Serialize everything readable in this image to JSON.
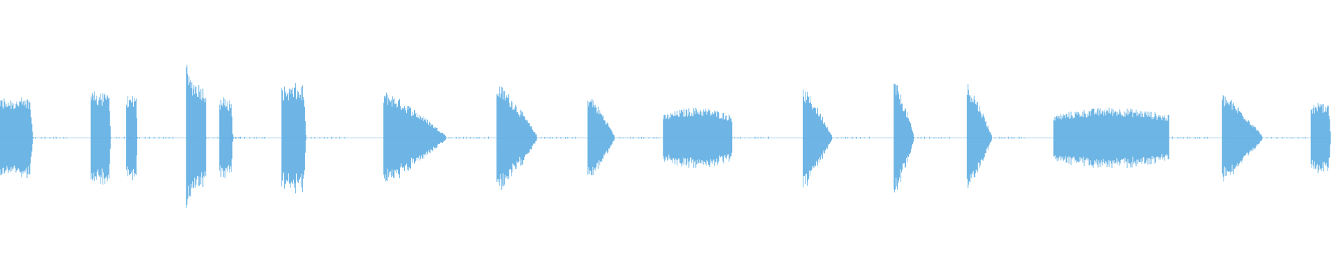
{
  "waveform": {
    "color": "#5DADE2",
    "background": "#FFFFFF",
    "duration_s": 60,
    "segments": [
      {
        "start_s": 0.0,
        "end_s": 1.5,
        "peak": 0.3,
        "shape": "flat"
      },
      {
        "start_s": 4.1,
        "end_s": 5.0,
        "peak": 0.35,
        "shape": "flat"
      },
      {
        "start_s": 5.7,
        "end_s": 6.2,
        "peak": 0.32,
        "shape": "flat"
      },
      {
        "start_s": 8.4,
        "end_s": 9.3,
        "peak": 0.55,
        "shape": "spike"
      },
      {
        "start_s": 9.9,
        "end_s": 10.5,
        "peak": 0.3,
        "shape": "flat"
      },
      {
        "start_s": 12.7,
        "end_s": 13.8,
        "peak": 0.4,
        "shape": "flat"
      },
      {
        "start_s": 17.3,
        "end_s": 20.1,
        "peak": 0.34,
        "shape": "decay"
      },
      {
        "start_s": 22.4,
        "end_s": 24.2,
        "peak": 0.4,
        "shape": "decay"
      },
      {
        "start_s": 26.5,
        "end_s": 27.7,
        "peak": 0.32,
        "shape": "decay"
      },
      {
        "start_s": 29.9,
        "end_s": 33.0,
        "peak": 0.22,
        "shape": "sustain"
      },
      {
        "start_s": 36.2,
        "end_s": 37.5,
        "peak": 0.36,
        "shape": "decay"
      },
      {
        "start_s": 40.3,
        "end_s": 41.2,
        "peak": 0.42,
        "shape": "decay"
      },
      {
        "start_s": 43.6,
        "end_s": 44.7,
        "peak": 0.4,
        "shape": "decay"
      },
      {
        "start_s": 47.5,
        "end_s": 52.7,
        "peak": 0.22,
        "shape": "sustain"
      },
      {
        "start_s": 55.1,
        "end_s": 56.9,
        "peak": 0.32,
        "shape": "decay"
      },
      {
        "start_s": 59.1,
        "end_s": 60.0,
        "peak": 0.26,
        "shape": "flat"
      }
    ]
  }
}
